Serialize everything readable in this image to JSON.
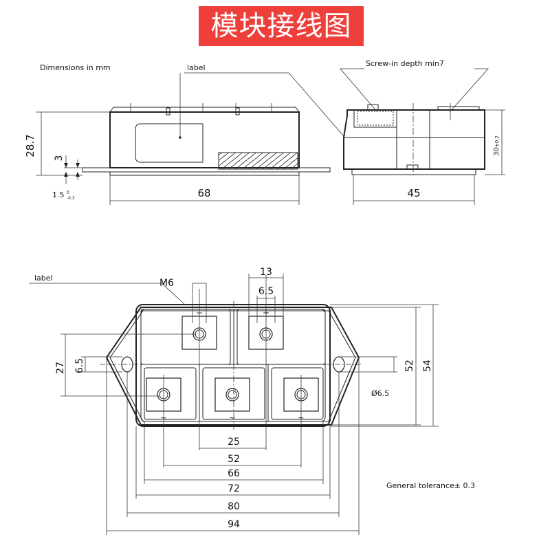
{
  "title": "模块接线图",
  "top_view": {
    "dimensions_note": "Dimensions in mm",
    "label_callout": "label",
    "screw_note": "Screw-in depth min7",
    "dim_height": "28.7",
    "dim_3": "3",
    "dim_1_5_main": "1.5",
    "dim_1_5_upper": "0",
    "dim_1_5_lower": "-0.3",
    "dim_length": "68",
    "dim_width": "45",
    "dim_30": "30",
    "dim_30_tol": "±0.2"
  },
  "bottom_view": {
    "label_callout": "label",
    "thread_label": "M6",
    "dim_13": "13",
    "dim_6_5": "6.5",
    "dim_27": "27",
    "dim_6_5_left": "6.5",
    "dim_hole": "Ø6.5",
    "dim_52_right": "52",
    "dim_54": "54",
    "dim_25": "25",
    "dim_52": "52",
    "dim_66": "66",
    "dim_72": "72",
    "dim_80": "80",
    "dim_94": "94",
    "terminal_minus": "−",
    "terminal_plus": "+",
    "terminal_ac": "~",
    "tolerance_note": "General tolerance± 0.3"
  }
}
